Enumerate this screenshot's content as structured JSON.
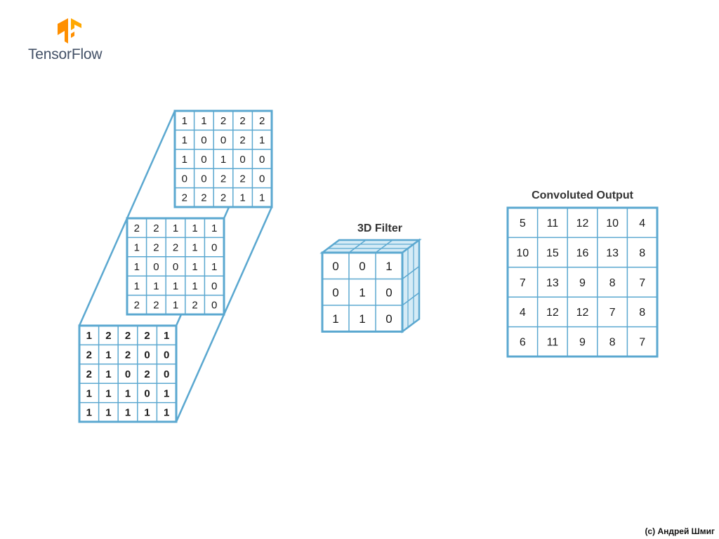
{
  "logo": {
    "name": "TensorFlow",
    "icon": "tensorflow-logo-icon",
    "color": "#FF8F00"
  },
  "input": {
    "channels": [
      {
        "name": "",
        "rows": [
          [
            1,
            1,
            2,
            2,
            2
          ],
          [
            1,
            0,
            0,
            2,
            1
          ],
          [
            1,
            0,
            1,
            0,
            0
          ],
          [
            0,
            0,
            2,
            2,
            0
          ],
          [
            2,
            2,
            2,
            1,
            1
          ]
        ]
      },
      {
        "name": "",
        "rows": [
          [
            2,
            2,
            1,
            1,
            1
          ],
          [
            1,
            2,
            2,
            1,
            0
          ],
          [
            1,
            0,
            0,
            1,
            1
          ],
          [
            1,
            1,
            1,
            1,
            0
          ],
          [
            2,
            2,
            1,
            2,
            0
          ]
        ]
      },
      {
        "name": "",
        "rows": [
          [
            1,
            2,
            2,
            2,
            1
          ],
          [
            2,
            1,
            2,
            0,
            0
          ],
          [
            2,
            1,
            0,
            2,
            0
          ],
          [
            1,
            1,
            1,
            0,
            1
          ],
          [
            1,
            1,
            1,
            1,
            1
          ]
        ]
      }
    ]
  },
  "filter": {
    "title": "3D Filter",
    "rows": [
      [
        0,
        0,
        1
      ],
      [
        0,
        1,
        0
      ],
      [
        1,
        1,
        0
      ]
    ]
  },
  "output": {
    "title": "Convoluted Output",
    "rows": [
      [
        5,
        11,
        12,
        10,
        4
      ],
      [
        10,
        15,
        16,
        13,
        8
      ],
      [
        7,
        13,
        9,
        8,
        7
      ],
      [
        4,
        12,
        12,
        7,
        8
      ],
      [
        6,
        11,
        9,
        8,
        7
      ]
    ]
  },
  "credit": "(c) Андрей Шмиг",
  "colors": {
    "line": "#5BA8D0",
    "face": "#D5EBF6",
    "text": "#1A1A1A"
  }
}
